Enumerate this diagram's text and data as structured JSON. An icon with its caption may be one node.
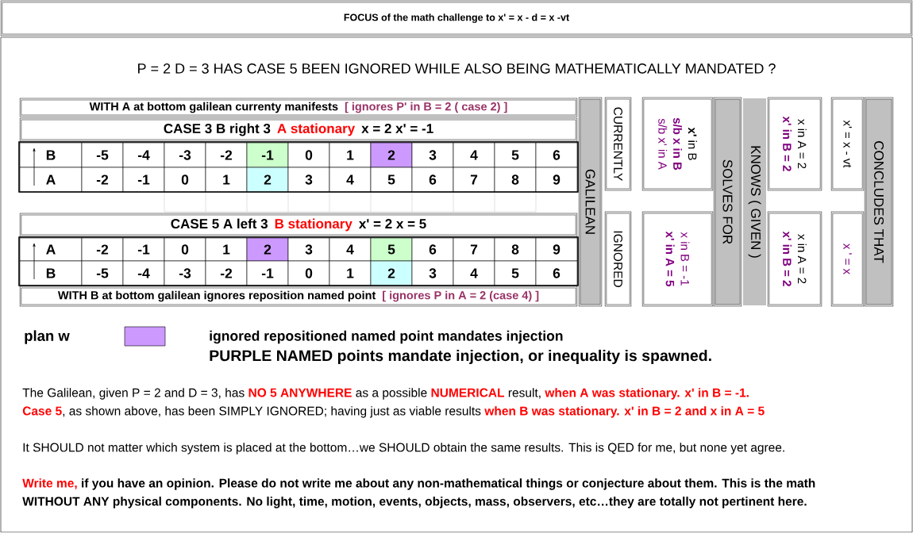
{
  "diagram": {
    "nodes": [
      {
        "text": [
          "FOCUS of the math challenge to x' = x - d = x -vt"
        ]
      },
      {
        "text": [
          "P = 2 D = 3 HAS CASE 5 BEEN IGNORED WHILE ALSO BEING MATHEMATICALLY MANDATED ?"
        ]
      },
      {
        "text": [
          "WITH A at bottom galilean currenty manifests",
          "[ ignores P' in B = 2 ( case 2) ]"
        ],
        "in": 1
      },
      {
        "text": [
          "CASE 3 B right 3",
          "A stationary",
          "x = 2 x' = -1"
        ],
        "in": 1
      },
      {
        "text": [
          "CASE 5 A left 3",
          "B stationary",
          "x' = 2 x = 5"
        ],
        "in": 1
      },
      {
        "text": [
          "WITH B at bottom galilean ignores reposition named point",
          "[ ignores P in A = 2 (case 4) ]"
        ],
        "in": 1
      },
      {
        "text": [
          "GALILEAN"
        ],
        "in": 1
      },
      {
        "text": [
          "CURRENTLY"
        ],
        "in": 1
      },
      {
        "text": [
          "IGNORED"
        ],
        "in": 1
      },
      {
        "text": [
          "**x'** in B",
          "s/b x in B",
          "s/b x' in A"
        ],
        "in": 1
      },
      {
        "text": [
          "x in B = -1",
          "x' in A = 5"
        ],
        "in": 1
      },
      {
        "text": [
          "SOLVES FOR"
        ],
        "in": 1
      },
      {
        "text": [
          "KNOWS ( GIVEN )"
        ],
        "in": 1
      },
      {
        "text": [
          "x in A = 2",
          "x' in B = 2"
        ],
        "in": 1
      },
      {
        "text": [
          "x in A = 2",
          "x' in B = 2"
        ],
        "in": 1
      },
      {
        "text": [
          "x' = x - vt"
        ],
        "in": 1
      },
      {
        "text": [
          "x ' = x"
        ],
        "in": 1
      },
      {
        "text": [
          "CONCLUDES THAT"
        ],
        "in": 1
      }
    ],
    "labels": [
      "B",
      "-5",
      "-4",
      "-3",
      "-2",
      "-1",
      "0",
      "1",
      "2",
      "3",
      "4",
      "5",
      "6",
      "A",
      "-2",
      "-1",
      "0",
      "1",
      "2",
      "3",
      "4",
      "5",
      "6",
      "7",
      "8",
      "9",
      "A",
      "-2",
      "-1",
      "0",
      "1",
      "2",
      "3",
      "4",
      "5",
      "6",
      "7",
      "8",
      "9",
      "B",
      "-5",
      "-4",
      "-3",
      "-2",
      "-1",
      "0",
      "1",
      "2",
      "3",
      "4",
      "5",
      "6",
      "plan w",
      "PURPLE NAMED points mandate injection, or inequality is spawned.",
      "The Galilean, given P = 2 and D = 3, has",
      "NO 5 ANYWHERE",
      "as a possible",
      "NUMERICAL",
      "result,",
      "when A was stationary. x' in B = -1.",
      "Case 5",
      ", as shown above, has been SIMPLY IGNORED; having just as viable results",
      "when B was stationary. x' in B = 2 and x in A = 5",
      "It SHOULD not matter which system is placed at the bottom…we SHOULD obtain the same results. This is QED for me, but none yet agree.",
      "Write me,",
      "if you have an opinion. Please do not write me about any non-mathematical things or conjecture about them. This is the math",
      "WITHOUT ANY physical components. No light, time, motion, events, objects, mass, observers, etc…they are totally not pertinent here."
    ],
    "legend": [
      {
        "text": "ignored repositioned named point mandates injection",
        "color": "#cc99ff"
      }
    ]
  }
}
